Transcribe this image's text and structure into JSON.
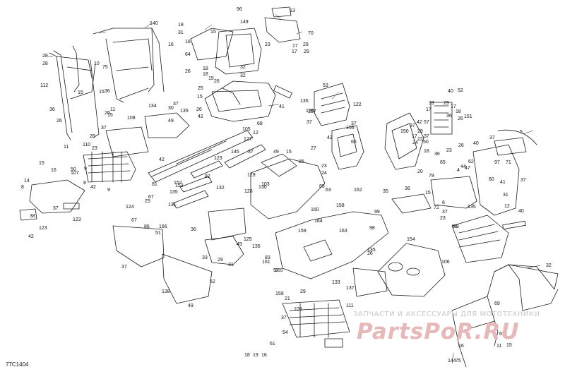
{
  "diagram_code": "77C1404",
  "watermark": {
    "caption": "ЗАПЧАСТИ И АКСЕССУАРЫ ДЛЯ МОТОТЕХНИКИ",
    "logo": "PartsPoR.RU"
  },
  "callouts": [
    "140",
    "28",
    "28",
    "112",
    "36",
    "26",
    "15",
    "11",
    "10",
    "75",
    "15",
    "36",
    "26",
    "16",
    "15",
    "11",
    "18",
    "31",
    "64",
    "15",
    "18",
    "149",
    "96",
    "13",
    "70",
    "23",
    "17",
    "29",
    "17",
    "29",
    "26",
    "18",
    "32",
    "25",
    "15",
    "18",
    "15",
    "32",
    "26",
    "26",
    "42",
    "41",
    "68",
    "134",
    "37",
    "135",
    "108",
    "37",
    "26",
    "23",
    "110",
    "30",
    "49",
    "15",
    "16",
    "14",
    "8",
    "37",
    "50",
    "107",
    "9",
    "9",
    "8",
    "42",
    "38",
    "123",
    "42",
    "123",
    "42",
    "123",
    "105",
    "127",
    "145",
    "81",
    "37",
    "49",
    "15",
    "82",
    "12",
    "124",
    "25",
    "67",
    "152",
    "153",
    "135",
    "131",
    "132",
    "129",
    "128",
    "130",
    "85",
    "103",
    "135",
    "122",
    "53",
    "157",
    "155",
    "37",
    "42",
    "37",
    "156",
    "66",
    "27",
    "23",
    "24",
    "85",
    "63",
    "67",
    "86",
    "51",
    "166",
    "37",
    "36",
    "33",
    "29",
    "125",
    "135",
    "49",
    "161",
    "164",
    "160",
    "159",
    "158",
    "162",
    "163",
    "99",
    "98",
    "83",
    "135",
    "26",
    "159",
    "57",
    "31",
    "138",
    "52",
    "49",
    "165",
    "21",
    "29",
    "133",
    "137",
    "154",
    "106",
    "109",
    "61",
    "37",
    "54",
    "111",
    "37",
    "55",
    "135",
    "42",
    "57",
    "52",
    "29",
    "40",
    "17",
    "39",
    "17",
    "37",
    "18",
    "26",
    "36",
    "151",
    "29",
    "17",
    "150",
    "22",
    "18",
    "50",
    "24",
    "26",
    "23",
    "36",
    "20",
    "35",
    "36",
    "15",
    "65",
    "79",
    "72",
    "23",
    "6",
    "44",
    "47",
    "4",
    "62",
    "5",
    "37",
    "40",
    "97",
    "71",
    "60",
    "41",
    "12",
    "37",
    "31",
    "40",
    "49",
    "37",
    "32",
    "69",
    "62",
    "144",
    "75",
    "16",
    "11",
    "15",
    "18",
    "19",
    "16"
  ]
}
